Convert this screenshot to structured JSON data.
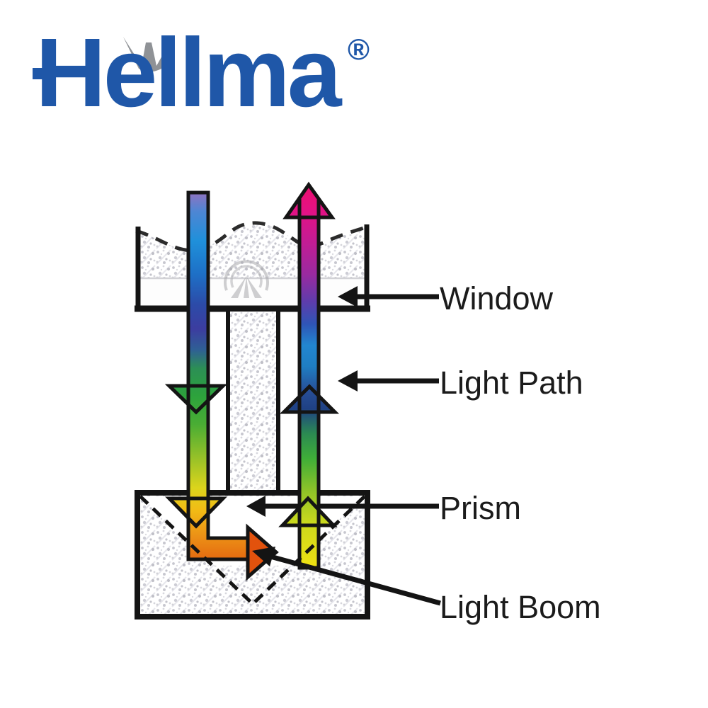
{
  "logo": {
    "text": "Hellma",
    "registered_mark": "®",
    "brand_color": "#1f57a8",
    "crown_color": "#8f9296"
  },
  "diagram": {
    "labels": {
      "window": "Window",
      "light_path": "Light Path",
      "prism": "Prism",
      "light_boom": "Light Boom"
    },
    "label_color": "#1b1b1b",
    "outline_color": "#141414",
    "beam_down_gradient": [
      "#8f72c0",
      "#1f90da",
      "#2c4ba8",
      "#2da33c",
      "#dcd41c",
      "#e25f0e"
    ],
    "beam_up_gradient": [
      "#efe112",
      "#8fc328",
      "#284e96",
      "#2286d0",
      "#9a2aa0",
      "#ee0e6f"
    ],
    "watermark_icon": "beacon-circle-watermark"
  }
}
